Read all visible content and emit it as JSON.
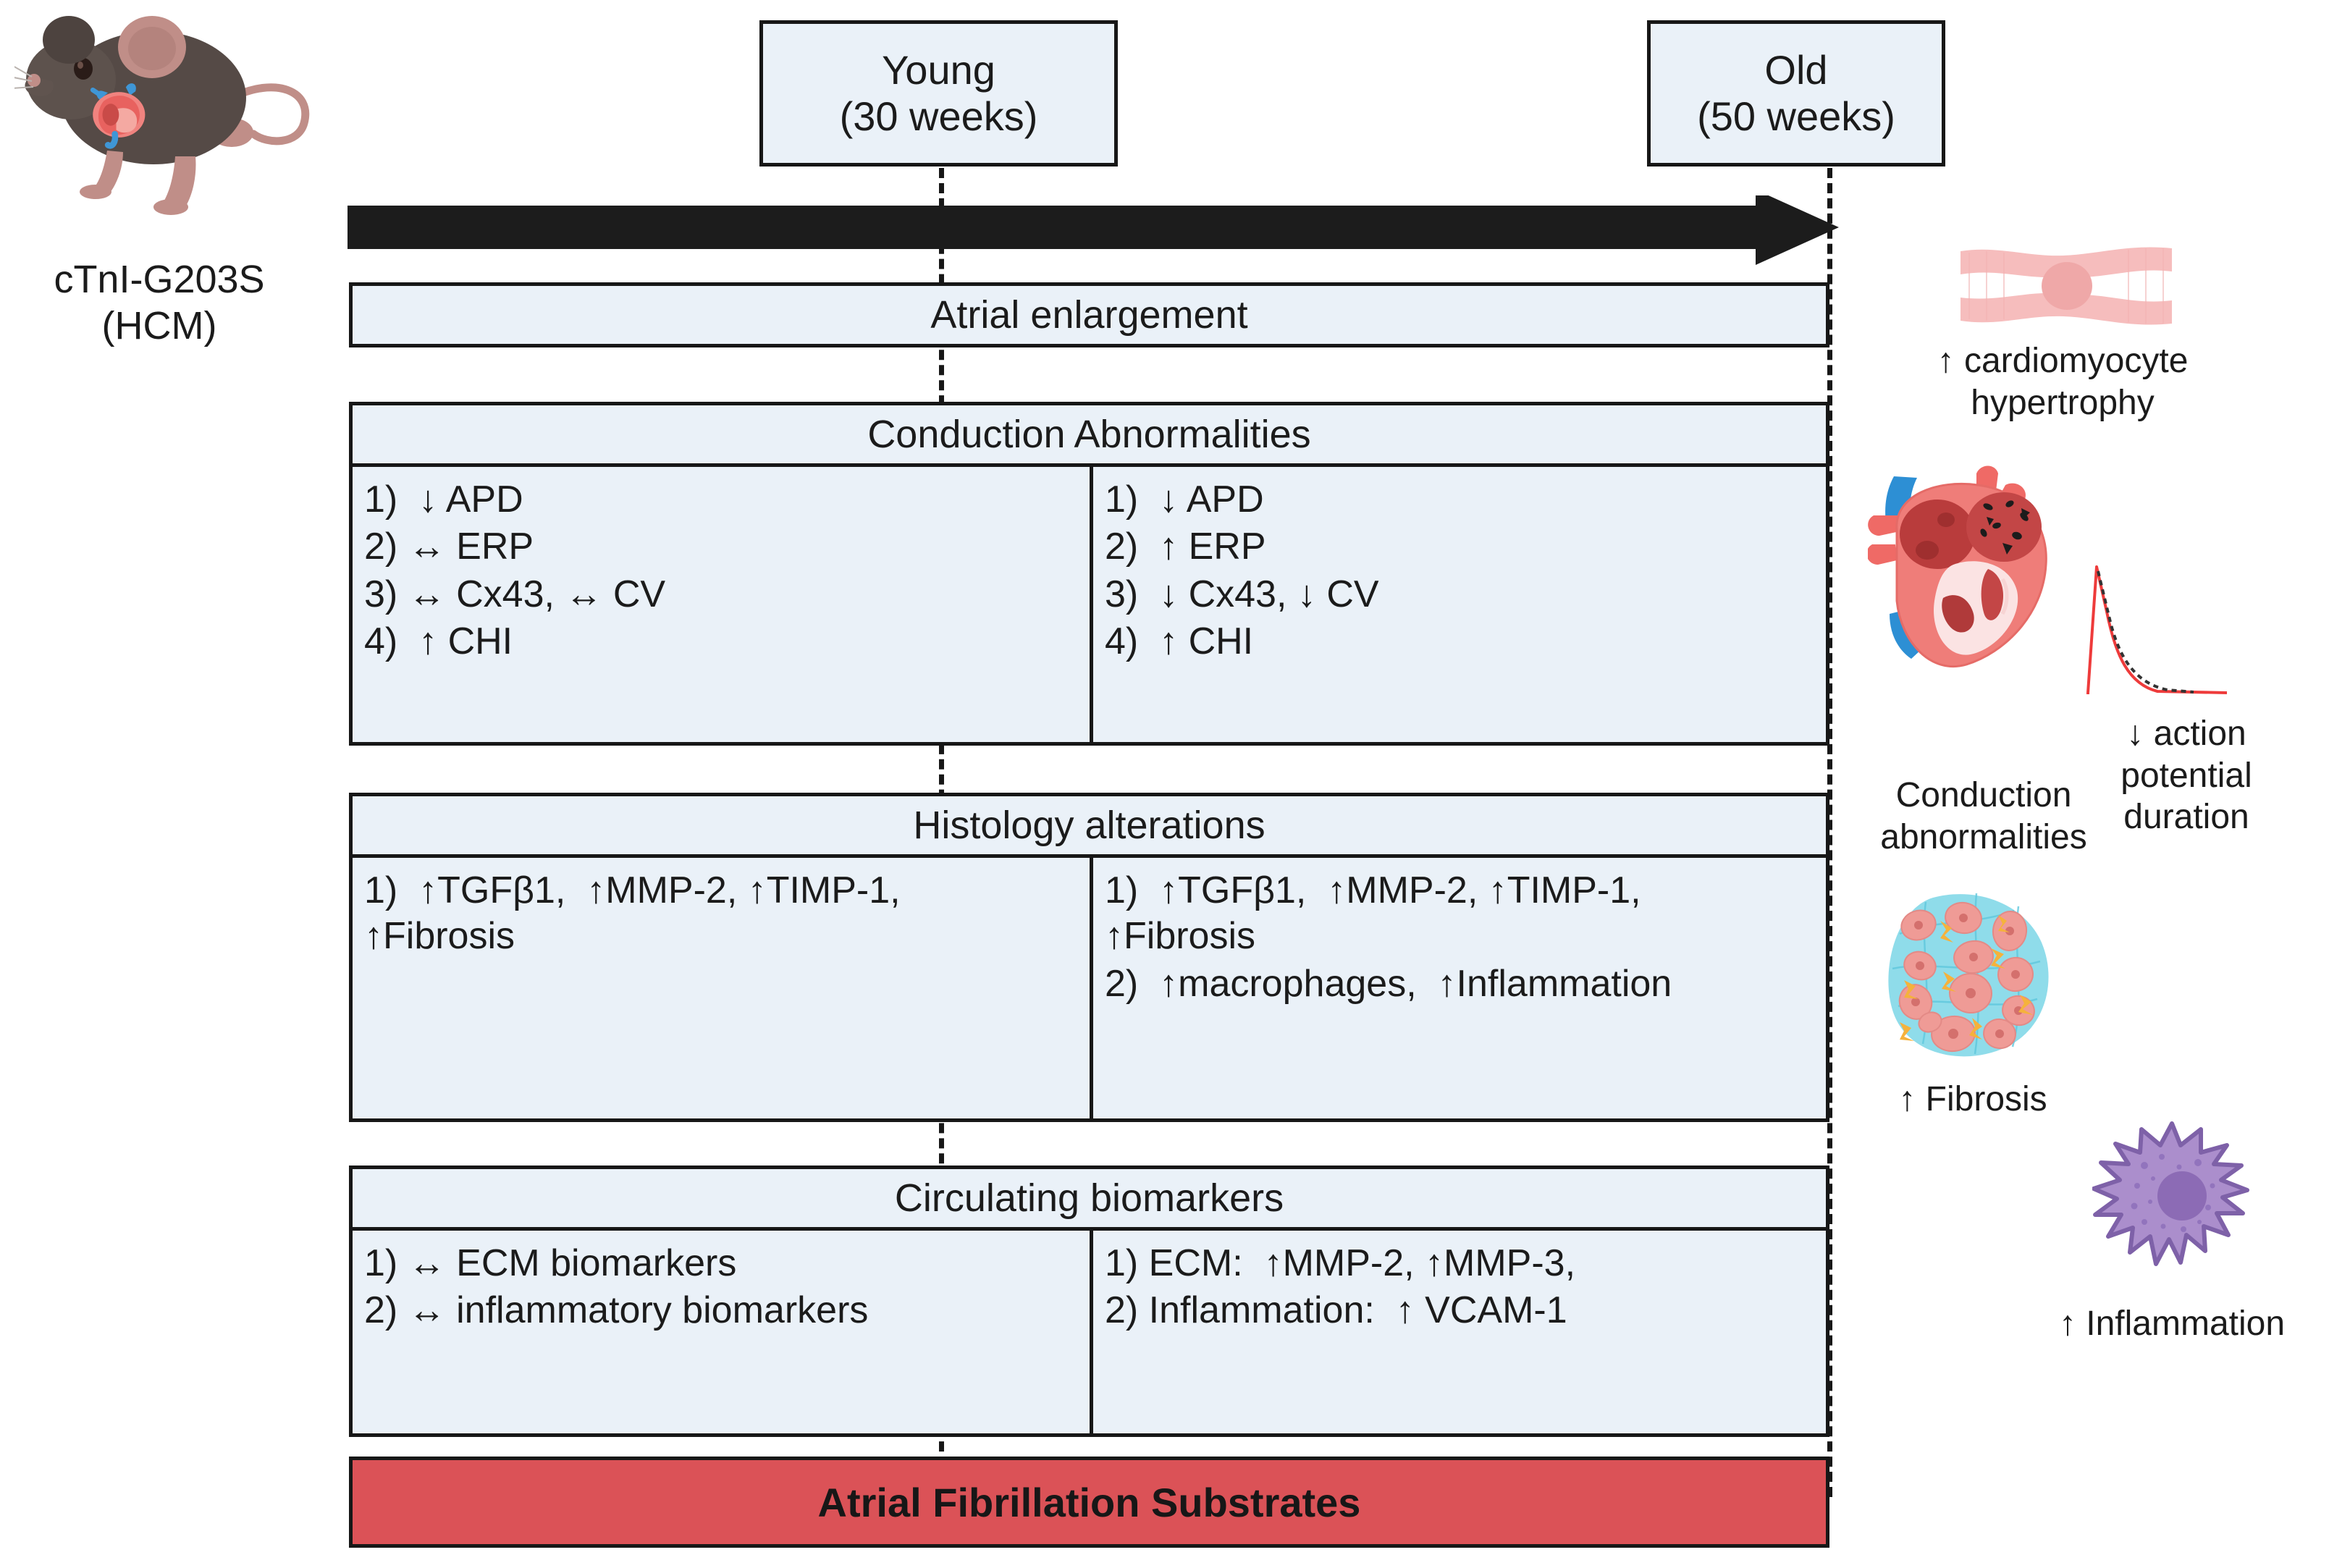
{
  "figure": {
    "model_label": "cTnI-G203S\n(HCM)",
    "timeline": {
      "young_label": "Young\n(30 weeks)",
      "old_label": "Old\n(50 weeks)",
      "arrow_name": "aging-timeline-arrow"
    },
    "sections": [
      {
        "id": "atrial-enlargement",
        "header": "Atrial enlargement",
        "has_columns": false,
        "young": [],
        "old": []
      },
      {
        "id": "conduction-abnormalities",
        "header": "Conduction Abnormalities",
        "has_columns": true,
        "young": [
          "1)  ↓ APD",
          "2) ↔ ERP",
          "3) ↔ Cx43, ↔ CV",
          "4)  ↑ CHI"
        ],
        "old": [
          "1)  ↓ APD",
          "2)  ↑ ERP",
          "3)  ↓ Cx43, ↓ CV",
          "4)  ↑ CHI"
        ]
      },
      {
        "id": "histology-alterations",
        "header": "Histology alterations",
        "has_columns": true,
        "young": [
          "1)  ↑TGFβ1,  ↑MMP-2, ↑TIMP-1,\n↑Fibrosis"
        ],
        "old": [
          "1)  ↑TGFβ1,  ↑MMP-2, ↑TIMP-1,\n↑Fibrosis",
          "2)  ↑macrophages,  ↑Inflammation"
        ]
      },
      {
        "id": "circulating-biomarkers",
        "header": "Circulating biomarkers",
        "has_columns": true,
        "young": [
          "1) ↔ ECM biomarkers",
          "2) ↔ inflammatory biomarkers"
        ],
        "old": [
          "1) ECM:  ↑MMP-2, ↑MMP-3,",
          "2) Inflammation:  ↑ VCAM-1"
        ]
      }
    ],
    "outcome_bar": "Atrial Fibrillation Substrates",
    "side_annotations": [
      {
        "id": "cardiomyocyte-hypertrophy",
        "caption": "↑ cardiomyocyte\nhypertrophy",
        "icon": "cardiomyocyte-icon"
      },
      {
        "id": "conduction-abnormalities-art",
        "caption": "Conduction\nabnormalities",
        "icon": "heart-cross-section-icon"
      },
      {
        "id": "action-potential-duration",
        "caption": "↓ action\npotential\nduration",
        "icon": "action-potential-trace-icon"
      },
      {
        "id": "fibrosis",
        "caption": "↑ Fibrosis",
        "icon": "fibrotic-tissue-icon"
      },
      {
        "id": "inflammation",
        "caption": "↑ Inflammation",
        "icon": "macrophage-icon"
      }
    ],
    "colors": {
      "panel_fill": "#eaf1f8",
      "outline": "#171717",
      "outcome_red": "#db5257",
      "heart_red": "#e8625f",
      "fibrosis_cyan": "#8fdcea",
      "macrophage_purple": "#a287c8",
      "mouse_body": "#554a46",
      "mouse_skin": "#c08e88"
    }
  }
}
